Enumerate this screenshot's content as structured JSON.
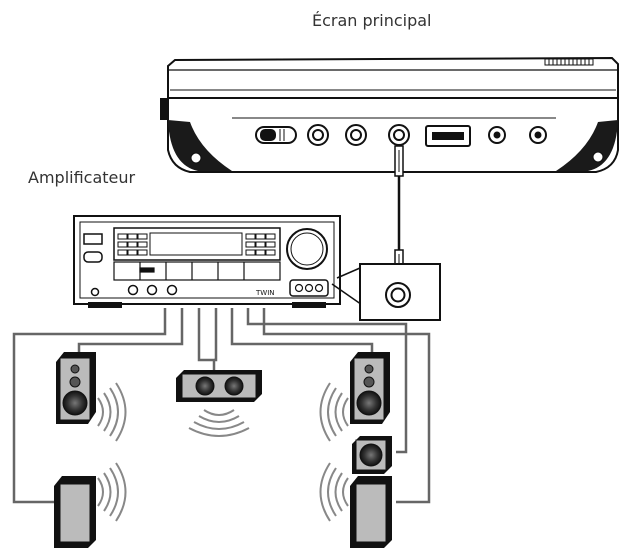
{
  "labels": {
    "main_screen": "Écran principal",
    "amplifier": "Amplificateur"
  },
  "amplifier_panel": {
    "brand_mark": "TWIN"
  },
  "colors": {
    "line": "#111111",
    "device_dark": "#1a1a1a",
    "speaker_light": "#bbbbbb",
    "wave": "#888888",
    "cable_gray": "#666666"
  },
  "icons": {
    "main_screen": "portable-dvd-player-icon",
    "amplifier": "av-receiver-icon",
    "speaker": "speaker-icon",
    "sound_waves": "sound-wave-icon",
    "jack": "audio-jack-icon"
  }
}
